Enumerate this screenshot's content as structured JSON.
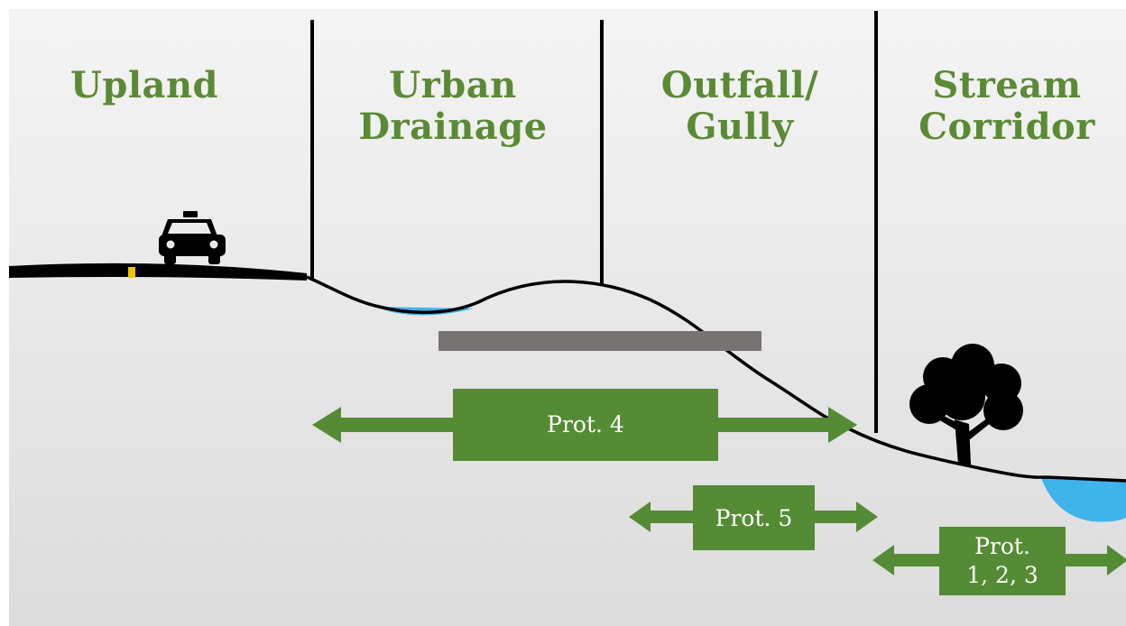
{
  "zones": {
    "upland": "Upland",
    "urban_drainage": "Urban\nDrainage",
    "outfall_gully": "Outfall/\nGully",
    "stream_corridor": "Stream\nCorridor"
  },
  "protocols": {
    "prot4": "Prot. 4",
    "prot5": "Prot. 5",
    "prot123": "Prot.\n1, 2, 3"
  },
  "icons": {
    "vehicle": "car-icon",
    "tree": "tree-icon"
  },
  "colors": {
    "title_green": "#5b8a35",
    "arrow_green": "#558b34",
    "water_blue": "#3fb4ea",
    "pipe_gray": "#787373",
    "road_yellow": "#f2c200"
  }
}
